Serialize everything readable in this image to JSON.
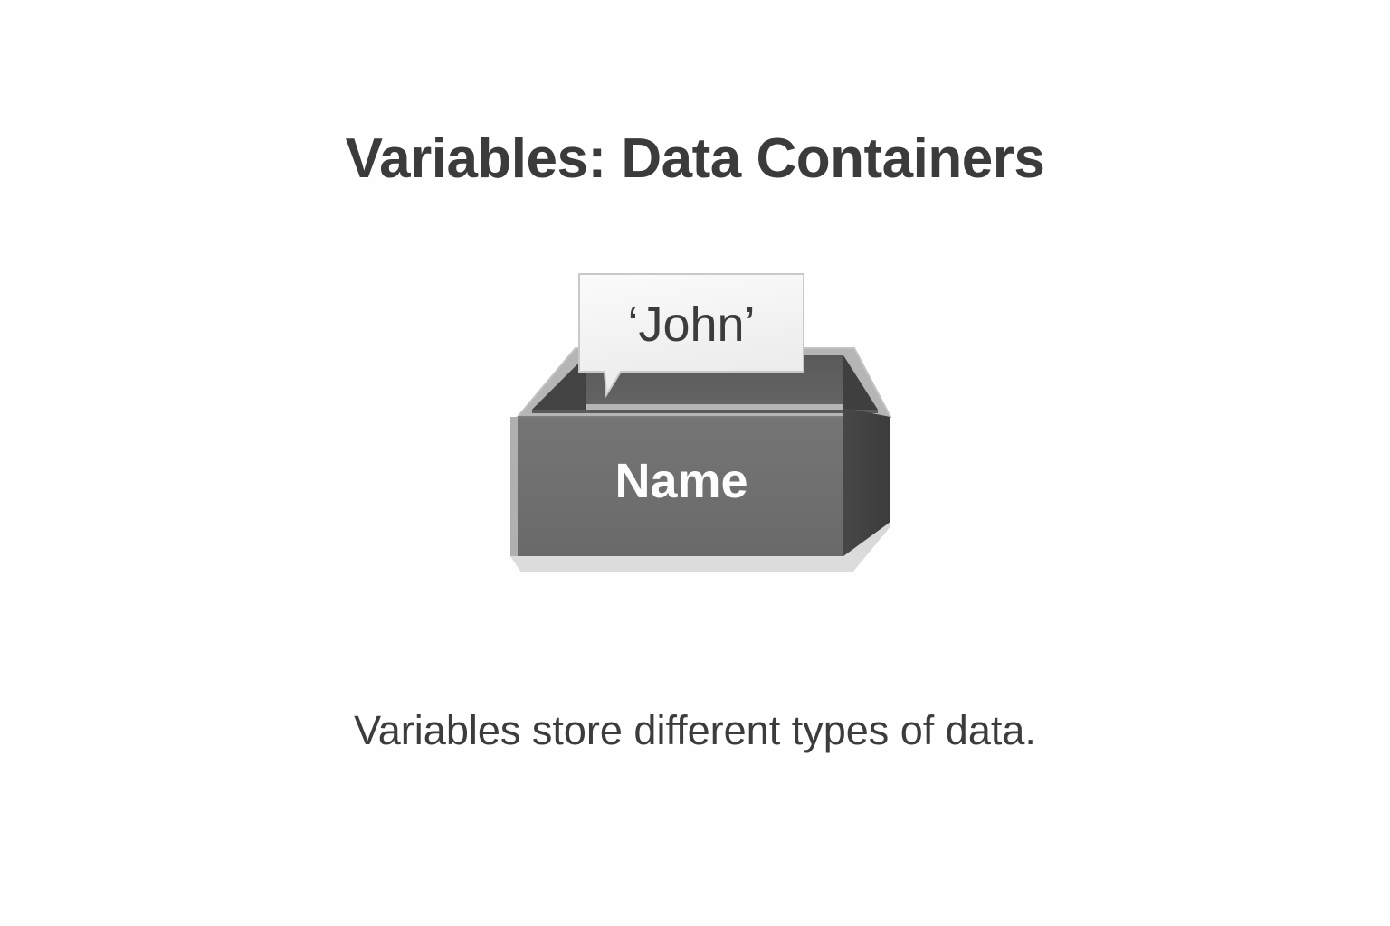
{
  "slide": {
    "title": "Variables: Data Containers",
    "caption": "Variables store different types of data.",
    "background_color": "#fefefe",
    "title_color": "#3b3b3b",
    "caption_color": "#3c3c3c"
  },
  "illustration": {
    "name": "variable-box-diagram",
    "box": {
      "label": "Name",
      "label_color": "#fdfdfd",
      "front_face_color": "#6e6e6e",
      "right_face_color": "#3f3f3f",
      "inner_back_color": "#5e5e5e",
      "inner_left_color": "#454545",
      "rim_color": "#b5b5b5",
      "shadow_color": "#d9d9d9"
    },
    "speech_bubble": {
      "value": "‘John’",
      "fill_color": "#f1f1f1",
      "border_color": "#c9c9c9",
      "text_color": "#3c3c3c"
    }
  }
}
